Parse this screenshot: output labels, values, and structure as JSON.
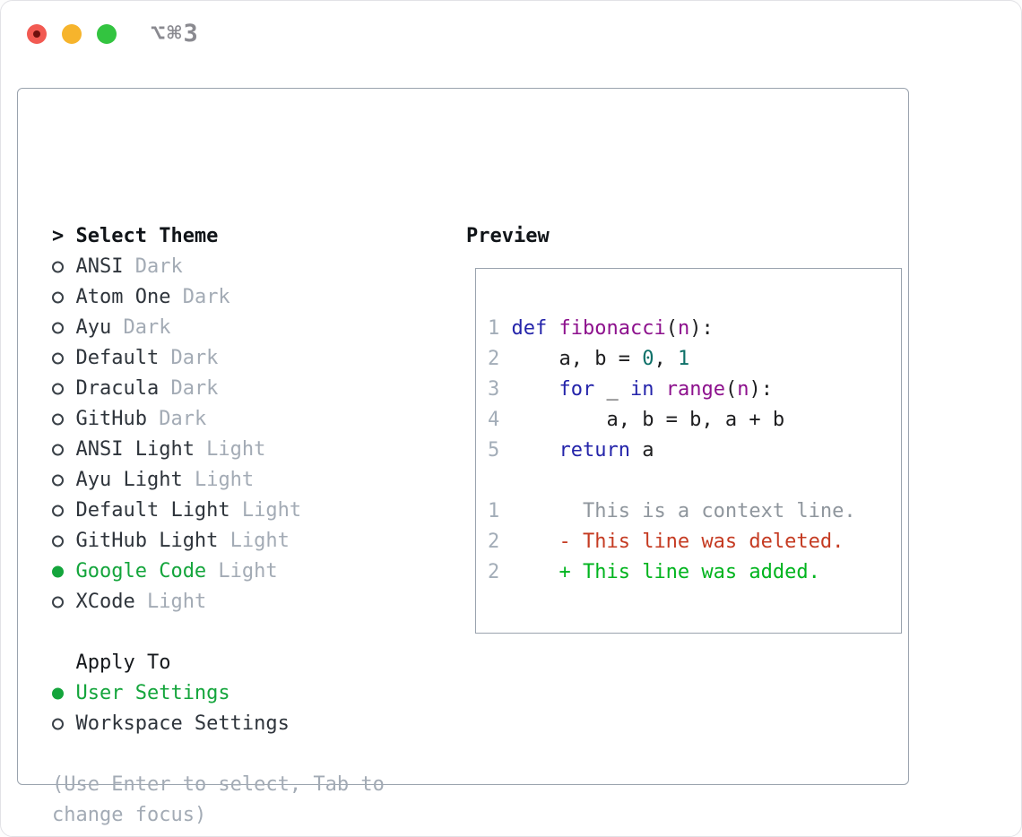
{
  "window": {
    "title": "⌥⌘3",
    "traffic_lights": [
      {
        "name": "close",
        "color": "#f25a52",
        "has_inner_dot": true,
        "inner_dot_color": "#6e100d"
      },
      {
        "name": "minimize",
        "color": "#f6b42c",
        "has_inner_dot": false
      },
      {
        "name": "zoom",
        "color": "#33c440",
        "has_inner_dot": false
      }
    ]
  },
  "theme_picker": {
    "header": {
      "marker": ">",
      "label": "Select Theme"
    },
    "items": [
      {
        "name": "ANSI",
        "tag": "Dark",
        "selected": false
      },
      {
        "name": "Atom One",
        "tag": "Dark",
        "selected": false
      },
      {
        "name": "Ayu",
        "tag": "Dark",
        "selected": false
      },
      {
        "name": "Default",
        "tag": "Dark",
        "selected": false
      },
      {
        "name": "Dracula",
        "tag": "Dark",
        "selected": false
      },
      {
        "name": "GitHub",
        "tag": "Dark",
        "selected": false
      },
      {
        "name": "ANSI Light",
        "tag": "Light",
        "selected": false
      },
      {
        "name": "Ayu Light",
        "tag": "Light",
        "selected": false
      },
      {
        "name": "Default Light",
        "tag": "Light",
        "selected": false
      },
      {
        "name": "GitHub Light",
        "tag": "Light",
        "selected": false
      },
      {
        "name": "Google Code",
        "tag": "Light",
        "selected": true
      },
      {
        "name": "XCode",
        "tag": "Light",
        "selected": false
      }
    ],
    "apply_to": {
      "label": "Apply To",
      "options": [
        {
          "name": "User Settings",
          "selected": true
        },
        {
          "name": "Workspace Settings",
          "selected": false
        }
      ]
    },
    "help_lines": [
      "(Use Enter to select, Tab to",
      "change focus)"
    ]
  },
  "preview": {
    "label": "Preview",
    "code_lines": [
      {
        "num": "1",
        "tokens": [
          [
            "def",
            "keyword"
          ],
          [
            " "
          ],
          [
            "fibonacci",
            "name"
          ],
          [
            "("
          ],
          [
            "n",
            "name"
          ],
          [
            "):"
          ]
        ]
      },
      {
        "num": "2",
        "tokens": [
          [
            "    a, b = "
          ],
          [
            "0",
            "literal"
          ],
          [
            ", "
          ],
          [
            "1",
            "literal"
          ]
        ]
      },
      {
        "num": "3",
        "tokens": [
          [
            "    "
          ],
          [
            "for",
            "keyword"
          ],
          [
            " _ "
          ],
          [
            "in",
            "keyword"
          ],
          [
            " "
          ],
          [
            "range",
            "name"
          ],
          [
            "("
          ],
          [
            "n",
            "name"
          ],
          [
            "):"
          ]
        ]
      },
      {
        "num": "4",
        "tokens": [
          [
            "        a, b = b, a + b"
          ]
        ]
      },
      {
        "num": "5",
        "tokens": [
          [
            "    "
          ],
          [
            "return",
            "keyword"
          ],
          [
            " a"
          ]
        ]
      }
    ],
    "diff_lines": [
      {
        "num": "1",
        "kind": "context",
        "text": "      This is a context line."
      },
      {
        "num": "2",
        "kind": "deleted",
        "text": "    - This line was deleted."
      },
      {
        "num": "2",
        "kind": "added",
        "text": "    + This line was added."
      }
    ]
  },
  "colors": {
    "panel_border": "#9aa3ae",
    "selection_green": "#14a53c",
    "muted_gray": "#a3abb5",
    "text_dark": "#2e343b",
    "syntax_keyword": "#2424aa",
    "syntax_name": "#8d118d",
    "syntax_literal": "#0d7068",
    "line_number": "#a3adb8",
    "diff_context": "#8f969d",
    "diff_deleted": "#c53b22",
    "diff_added": "#00b41e",
    "title_gray": "#8a8a90"
  }
}
